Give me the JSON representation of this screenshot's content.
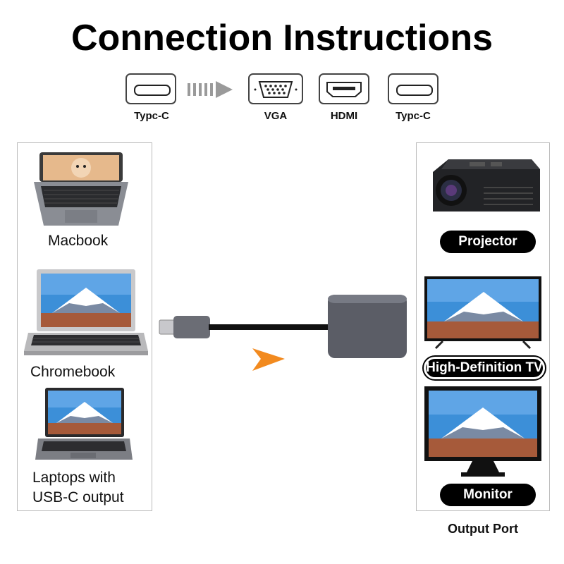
{
  "title": "Connection Instructions",
  "ports": [
    {
      "label": "Typc-C"
    },
    {
      "label": "VGA"
    },
    {
      "label": "HDMI"
    },
    {
      "label": "Typc-C"
    }
  ],
  "input_devices": [
    {
      "label": "Macbook"
    },
    {
      "label": "Chromebook"
    },
    {
      "label_line1": "Laptops with",
      "label_line2": "USB-C  output"
    }
  ],
  "output_devices": [
    {
      "label": "Projector"
    },
    {
      "label": "High-Definition TV"
    },
    {
      "label": "Monitor"
    }
  ],
  "output_panel_caption": "Output Port",
  "colors": {
    "arrow": "#f28a1f",
    "adapter_body": "#5b5d66",
    "cable": "#111111",
    "sky": "#3c8fd8",
    "mountain_snow": "#ffffff"
  }
}
